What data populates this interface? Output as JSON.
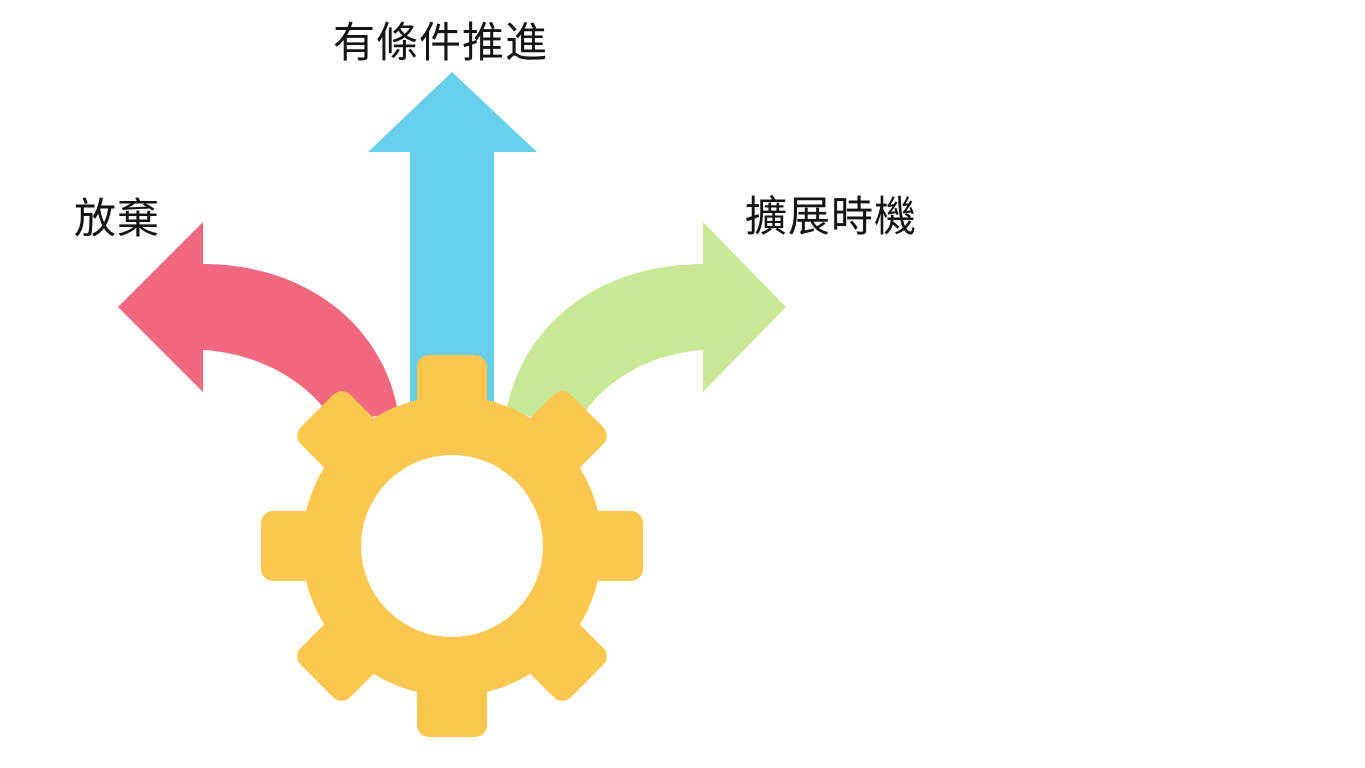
{
  "labels": {
    "up": "有條件推進",
    "left": "放棄",
    "right": "擴展時機"
  },
  "colors": {
    "up_arrow": "#67CFEC",
    "left_arrow": "#F2687F",
    "right_arrow": "#C8E895",
    "gear": "#FBC74F",
    "background": "#FFFFFF",
    "text": "#141414"
  },
  "icons": {
    "center": "gear-icon",
    "up": "arrow-up-icon",
    "left": "arrow-left-curved-icon",
    "right": "arrow-right-curved-icon"
  }
}
